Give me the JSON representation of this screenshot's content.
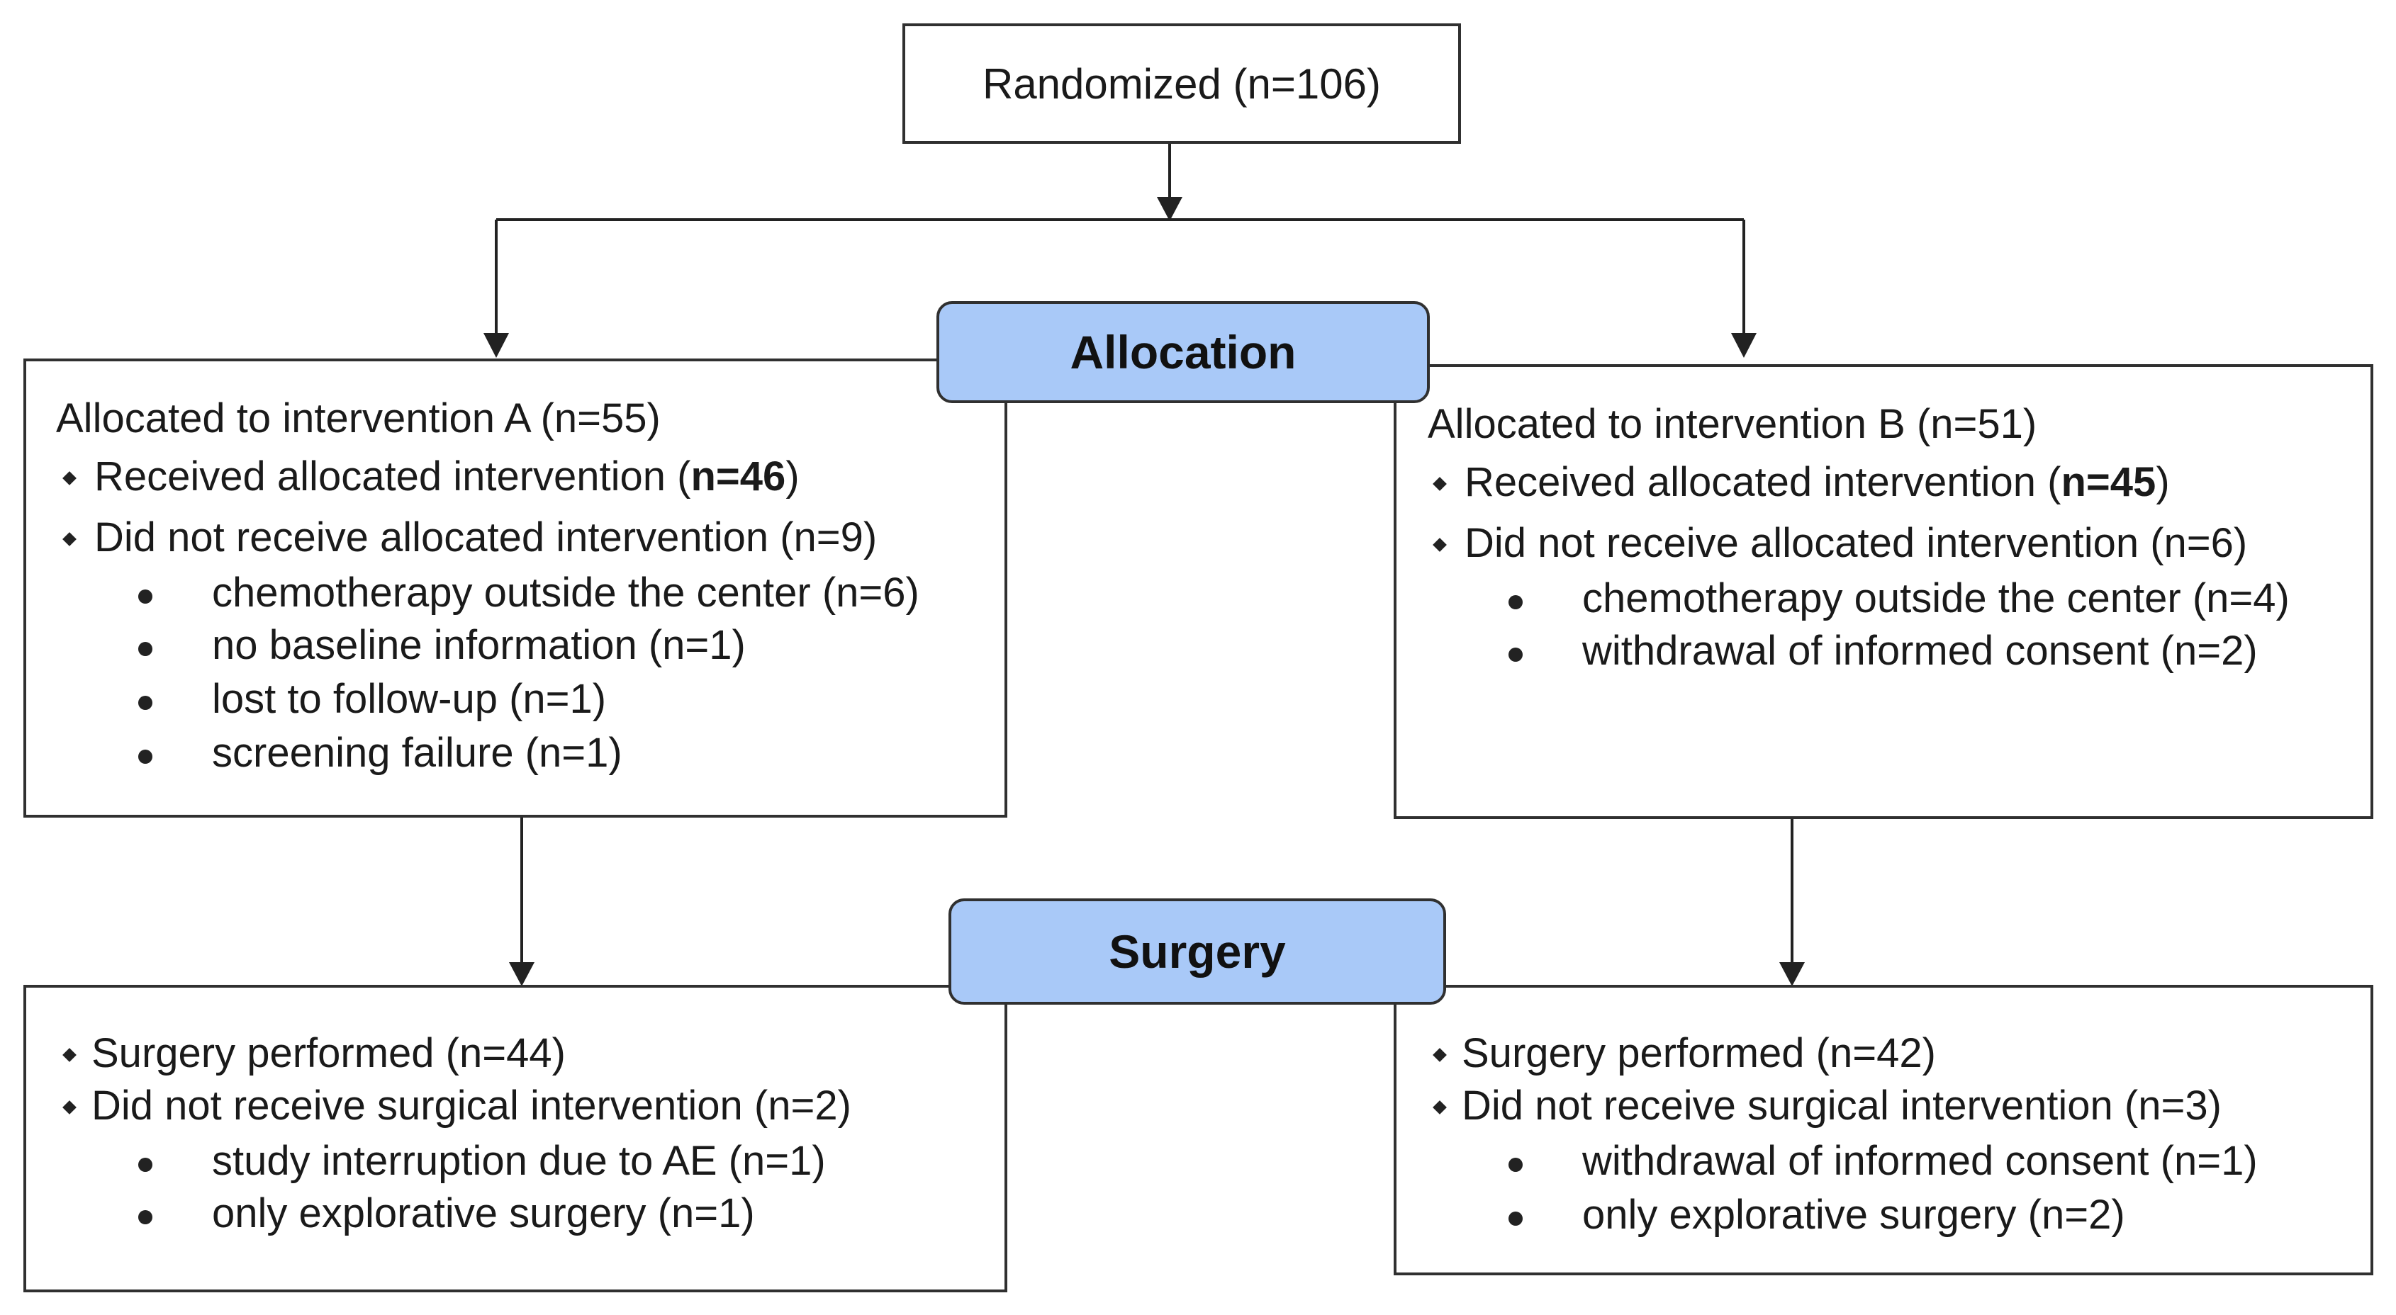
{
  "root": {
    "label": "Randomized (n=106)"
  },
  "stages": {
    "allocation": "Allocation",
    "surgery": "Surgery"
  },
  "arms": {
    "a": {
      "allocation": {
        "title": "Allocated to intervention A (n=55)",
        "received_prefix": "Received allocated intervention (",
        "received_value": "n=46",
        "received_suffix": ")",
        "not_received": "Did not receive allocated intervention (n=9)",
        "reasons": [
          "chemotherapy outside the center (n=6)",
          "no baseline information (n=1)",
          "lost to follow-up (n=1)",
          "screening failure (n=1)"
        ]
      },
      "surgery": {
        "performed": "Surgery performed (n=44)",
        "not_received": "Did not receive surgical intervention (n=2)",
        "reasons": [
          "study interruption due to AE (n=1)",
          "only explorative surgery (n=1)"
        ]
      }
    },
    "b": {
      "allocation": {
        "title": "Allocated to intervention B (n=51)",
        "received_prefix": "Received allocated intervention (",
        "received_value": "n=45",
        "received_suffix": ")",
        "not_received": "Did not receive allocated intervention (n=6)",
        "reasons": [
          "chemotherapy outside the center (n=4)",
          "withdrawal of informed consent (n=2)"
        ]
      },
      "surgery": {
        "performed": "Surgery performed (n=42)",
        "not_received": "Did not receive surgical intervention (n=3)",
        "reasons": [
          "withdrawal of informed consent (n=1)",
          "only explorative surgery (n=2)"
        ]
      }
    }
  },
  "colors": {
    "stage_fill": "#a9c9f8",
    "line": "#303030"
  }
}
